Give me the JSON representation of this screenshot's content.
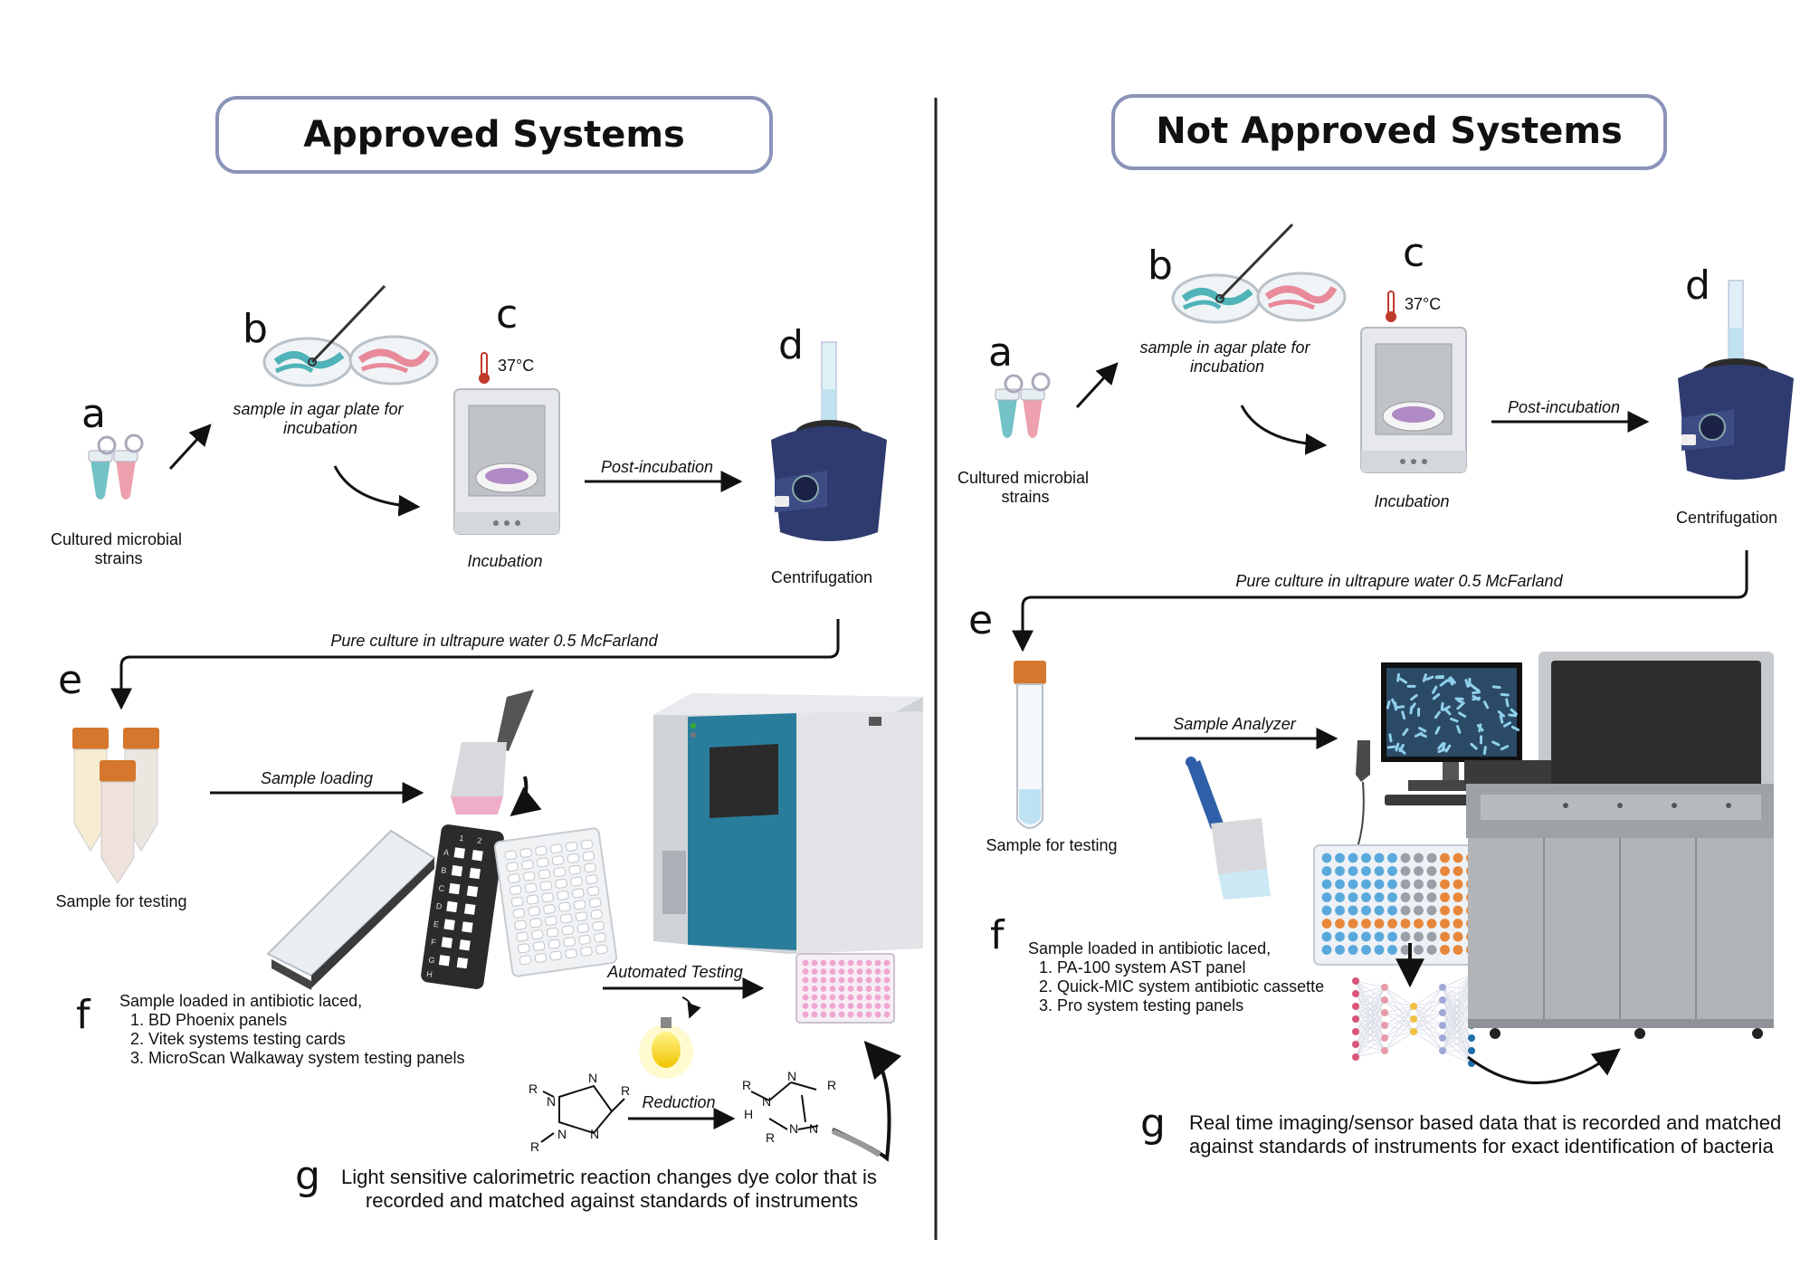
{
  "left": {
    "header": "Approved Systems",
    "letters": {
      "a": "a",
      "b": "b",
      "c": "c",
      "d": "d",
      "e": "e",
      "f": "f",
      "g": "g"
    },
    "cultured": [
      "Cultured microbial",
      "strains"
    ],
    "agar": [
      "sample in agar plate  for",
      "incubation"
    ],
    "temp": "37°C",
    "incubation": "Incubation",
    "post_incubation": "Post-incubation",
    "centrifugation": "Centrifugation",
    "pure_culture": "Pure culture in ultrapure water 0.5 McFarland",
    "sample_testing": "Sample for testing",
    "sample_loading": "Sample loading",
    "f_title": "Sample loaded in antibiotic laced,",
    "f_items": [
      "1.  BD Phoenix panels",
      "2.  Vitek systems testing cards",
      "3.  MicroScan Walkaway system testing panels"
    ],
    "card_rows": [
      "A",
      "B",
      "C",
      "D",
      "E",
      "F",
      "G",
      "H"
    ],
    "card_cols": [
      "1",
      "2"
    ],
    "automated": "Automated Testing",
    "reduction": "Reduction",
    "chem_r": "R",
    "chem_n": "N",
    "chem_h": "H",
    "g_text": [
      "Light sensitive calorimetric reaction changes dye color that is",
      "recorded and matched against standards of instruments"
    ]
  },
  "right": {
    "header": "Not Approved Systems",
    "letters": {
      "a": "a",
      "b": "b",
      "c": "c",
      "d": "d",
      "e": "e",
      "f": "f",
      "g": "g"
    },
    "cultured": [
      "Cultured microbial",
      "strains"
    ],
    "agar": [
      "sample in agar plate  for",
      "incubation"
    ],
    "temp": "37°C",
    "incubation": "Incubation",
    "post_incubation": "Post-incubation",
    "centrifugation": "Centrifugation",
    "pure_culture": "Pure culture in ultrapure water 0.5 McFarland",
    "sample_testing": "Sample for testing",
    "sample_analyzer": "Sample Analyzer",
    "f_title": "Sample loaded in antibiotic laced,",
    "f_items": [
      "1.  PA-100 system AST panel",
      "2.  Quick-MIC system antibiotic cassette",
      "3.  Pro system testing panels"
    ],
    "g_text": [
      "Real time imaging/sensor based data that is recorded and matched",
      "against standards of instruments for exact identification of bacteria"
    ]
  },
  "colors": {
    "header_border": "#8a93b8",
    "teal": "#4fb3b8",
    "pink": "#e88a9a",
    "navy": "#2f3b6e",
    "orange": "#d5772c",
    "instrument_teal": "#2a7d9a",
    "well_blue": "#5aa9dc",
    "well_orange": "#e8873a",
    "well_grey": "#9aa0a8"
  }
}
